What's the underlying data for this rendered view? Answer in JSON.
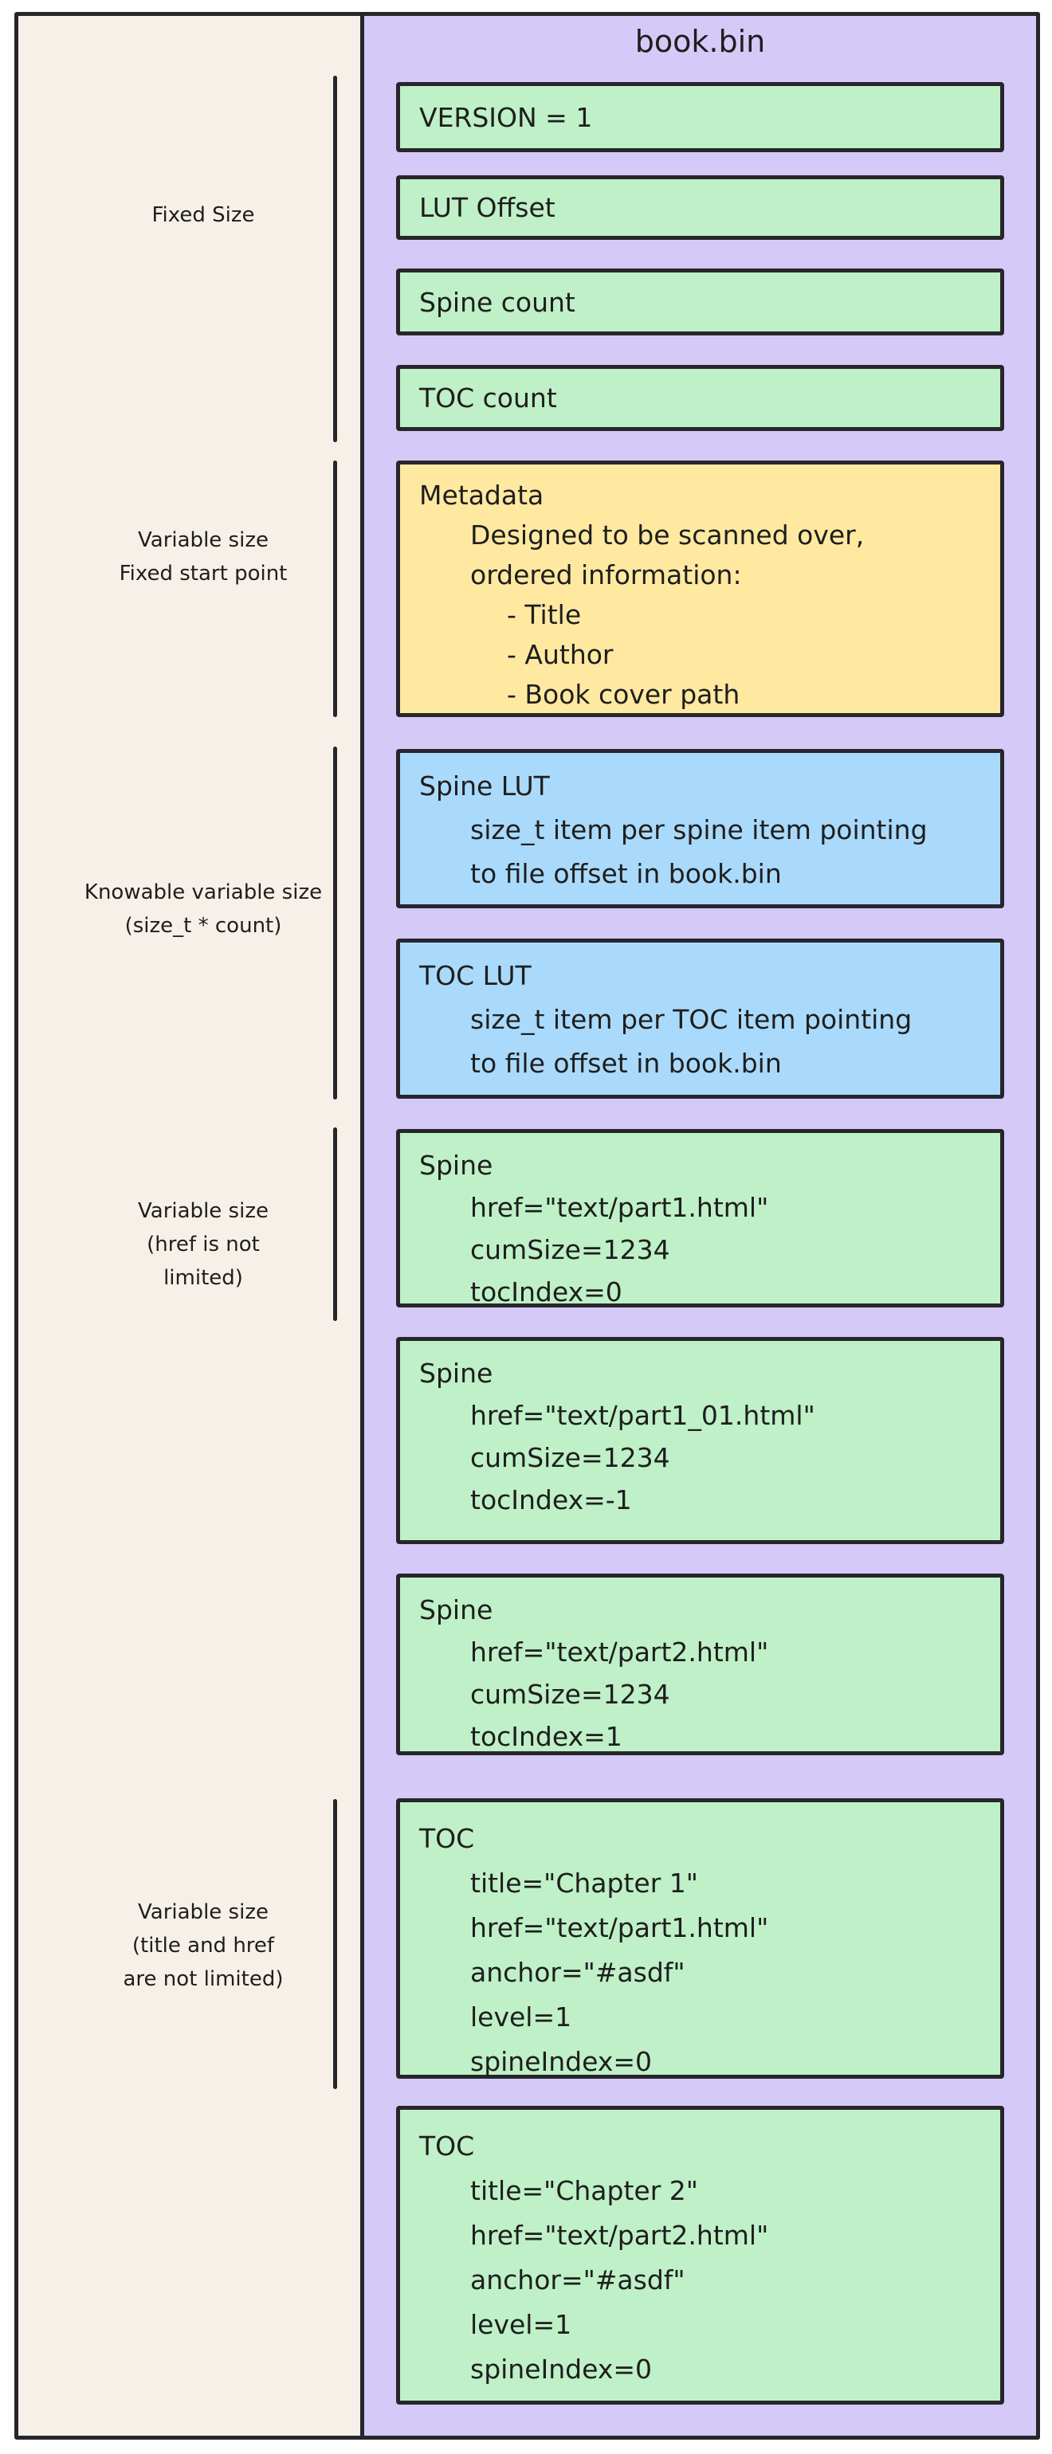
{
  "title": "book.bin",
  "colors": {
    "canvas_margin": "#FFFFFF",
    "left_panel": "#F6F0E8",
    "container_purple": "#D5CAF7",
    "field_green": "#BFF0C7",
    "field_yellow": "#FFE9A1",
    "field_blue": "#AADAFB",
    "stroke": "#26262B"
  },
  "sections": [
    {
      "label_lines": [
        "Fixed Size"
      ]
    },
    {
      "label_lines": [
        "Variable size",
        "Fixed start point"
      ]
    },
    {
      "label_lines": [
        "Knowable variable size",
        "(size_t * count)"
      ]
    },
    {
      "label_lines": [
        "Variable size",
        "(href is not",
        "limited)"
      ]
    },
    {
      "label_lines": [
        "Variable size",
        "(title and href",
        "are not limited)"
      ]
    }
  ],
  "boxes": {
    "version": {
      "lines": [
        "VERSION = 1"
      ]
    },
    "lut_offset": {
      "lines": [
        "LUT Offset"
      ]
    },
    "spine_count": {
      "lines": [
        "Spine count"
      ]
    },
    "toc_count": {
      "lines": [
        "TOC count"
      ]
    },
    "metadata": {
      "lines": [
        "Metadata",
        "Designed to be scanned over,",
        "ordered information:",
        "- Title",
        "- Author",
        "- Book cover path"
      ]
    },
    "spine_lut": {
      "lines": [
        "Spine LUT",
        "size_t item per spine item pointing",
        "to file offset in book.bin"
      ]
    },
    "toc_lut": {
      "lines": [
        "TOC LUT",
        "size_t item per TOC item pointing",
        "to file offset in book.bin"
      ]
    },
    "spine1": {
      "lines": [
        "Spine",
        "href=\"text/part1.html\"",
        "cumSize=1234",
        "tocIndex=0"
      ]
    },
    "spine2": {
      "lines": [
        "Spine",
        "href=\"text/part1_01.html\"",
        "cumSize=1234",
        "tocIndex=-1"
      ]
    },
    "spine3": {
      "lines": [
        "Spine",
        "href=\"text/part2.html\"",
        "cumSize=1234",
        "tocIndex=1"
      ]
    },
    "toc1": {
      "lines": [
        "TOC",
        "title=\"Chapter 1\"",
        "href=\"text/part1.html\"",
        "anchor=\"#asdf\"",
        "level=1",
        "spineIndex=0"
      ]
    },
    "toc2": {
      "lines": [
        "TOC",
        "title=\"Chapter 2\"",
        "href=\"text/part2.html\"",
        "anchor=\"#asdf\"",
        "level=1",
        "spineIndex=0"
      ]
    }
  }
}
